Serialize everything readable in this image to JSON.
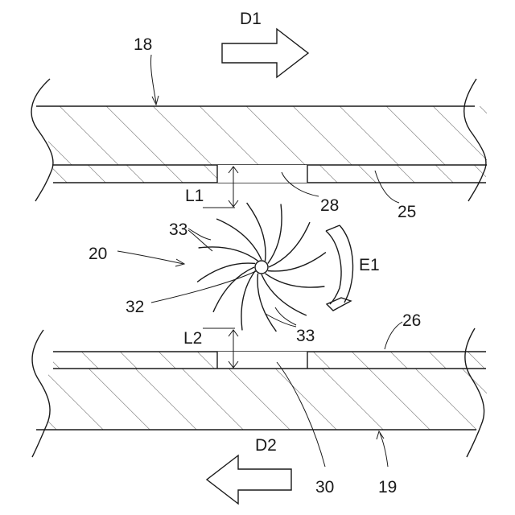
{
  "labels": {
    "d1": "D1",
    "d2": "D2",
    "e1": "E1",
    "l1": "L1",
    "l2": "L2",
    "ref_18": "18",
    "ref_19": "19",
    "ref_20": "20",
    "ref_25": "25",
    "ref_26": "26",
    "ref_28": "28",
    "ref_30": "30",
    "ref_32": "32",
    "ref_33_upper": "33",
    "ref_33_lower": "33"
  },
  "colors": {
    "line": "#1a1a1a",
    "background": "#ffffff"
  },
  "rotor": {
    "blade_count": 12
  }
}
